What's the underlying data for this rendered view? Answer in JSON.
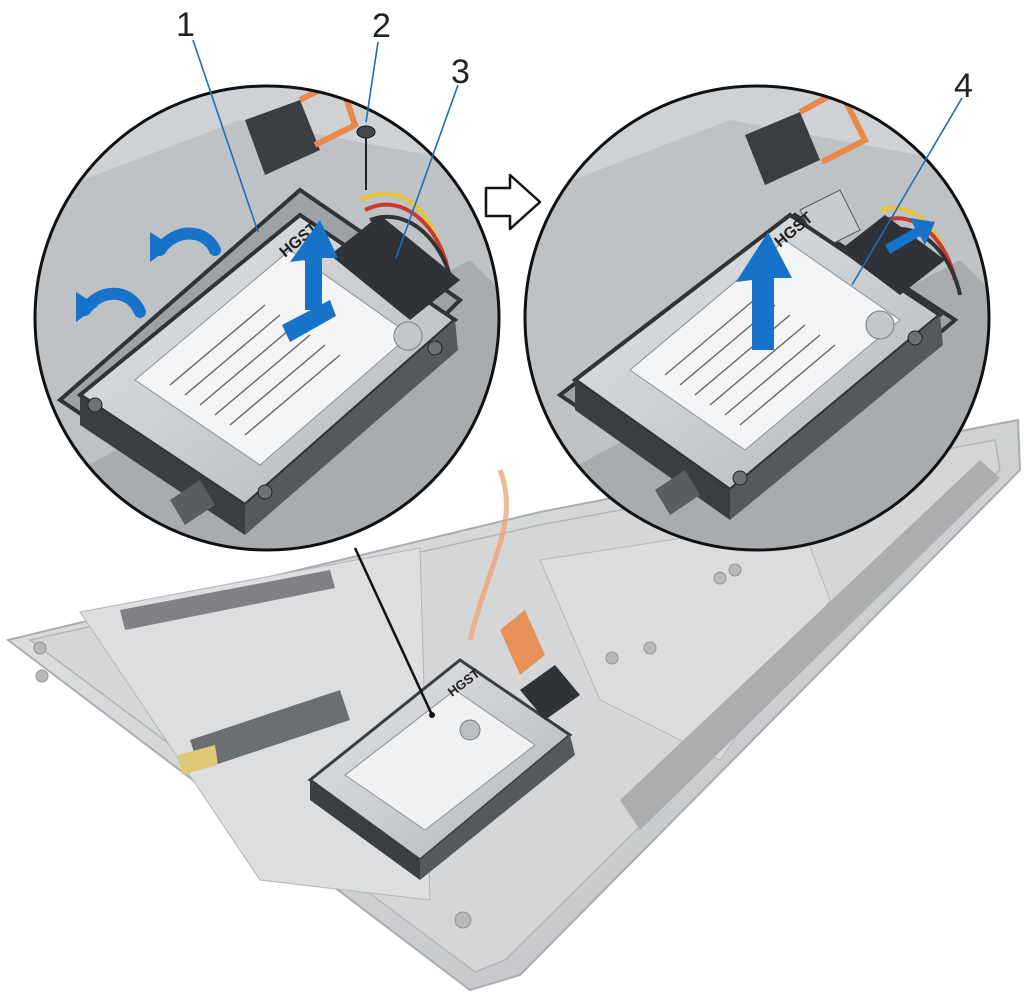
{
  "callouts": [
    "1",
    "2",
    "3",
    "4"
  ],
  "label": "HGST",
  "colors": {
    "arrow_blue": "#1673c9",
    "hdd_silver": "#c9ccce",
    "chassis_gray": "#b9bcbf",
    "bracket_dark": "#3a3d42",
    "cable_orange": "#e9884b",
    "cable_yellow": "#e3c43a",
    "cable_red": "#c83a2f",
    "line_black": "#111111"
  },
  "icons": [
    "rotate-arrow-icon",
    "lift-arrow-icon",
    "slide-arrow-icon",
    "next-step-arrow-icon",
    "screw-icon"
  ]
}
